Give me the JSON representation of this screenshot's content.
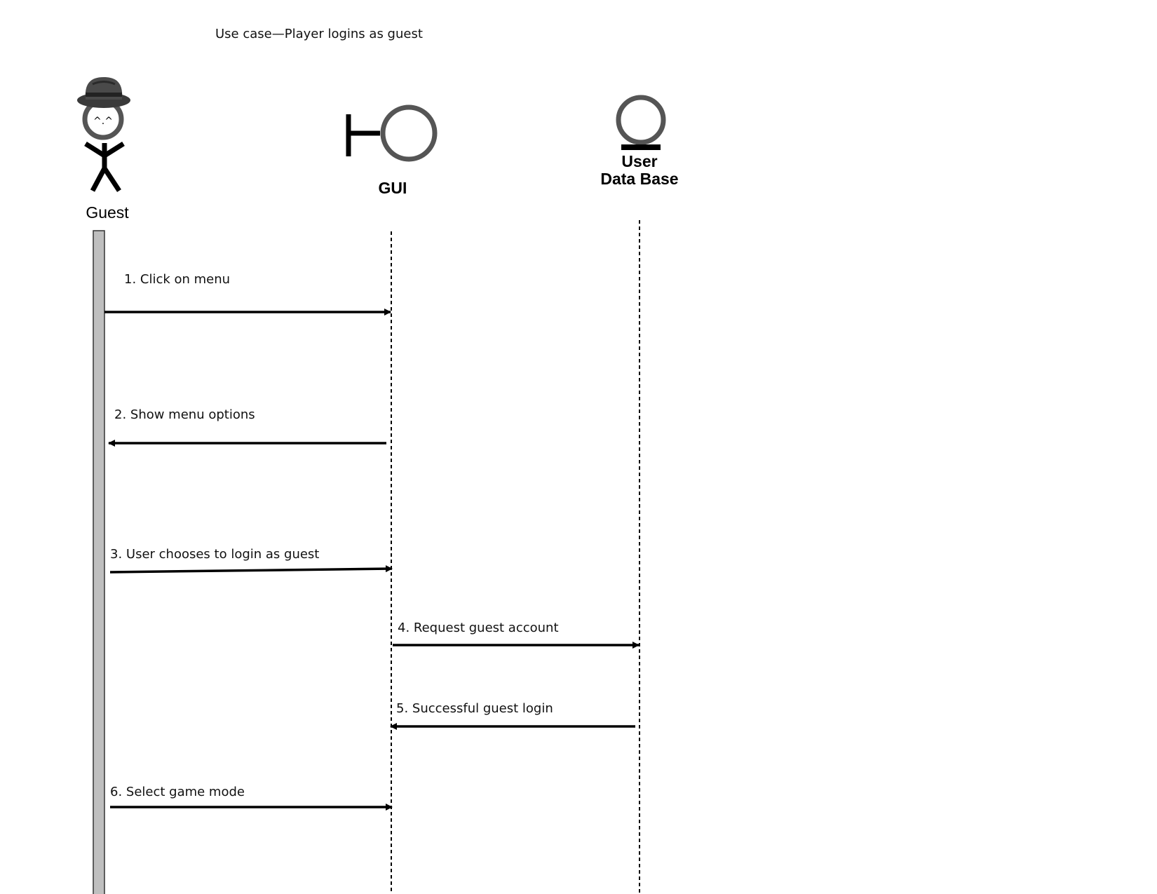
{
  "title": "Use case—Player logins as guest",
  "participants": {
    "guest": {
      "label": "Guest",
      "face_text": "^.^",
      "icon": "stick-figure-with-fedora-icon"
    },
    "gui": {
      "label": "GUI",
      "icon": "boundary-icon"
    },
    "database": {
      "label_line1": "User",
      "label_line2": "Data Base",
      "icon": "entity-icon"
    }
  },
  "messages": [
    {
      "label": "1.  Click on menu",
      "from": "Guest",
      "to": "GUI"
    },
    {
      "label": "2. Show menu options",
      "from": "GUI",
      "to": "Guest"
    },
    {
      "label": "3. User chooses to login as guest",
      "from": "Guest",
      "to": "GUI"
    },
    {
      "label": "4. Request guest account",
      "from": "GUI",
      "to": "User Data Base"
    },
    {
      "label": "5. Successful guest login",
      "from": "User Data Base",
      "to": "GUI"
    },
    {
      "label": "6. Select game mode",
      "from": "Guest",
      "to": "GUI"
    }
  ],
  "colors": {
    "activation_fill": "#bfbfbf",
    "icon_gray": "#555555",
    "line": "#000000"
  }
}
